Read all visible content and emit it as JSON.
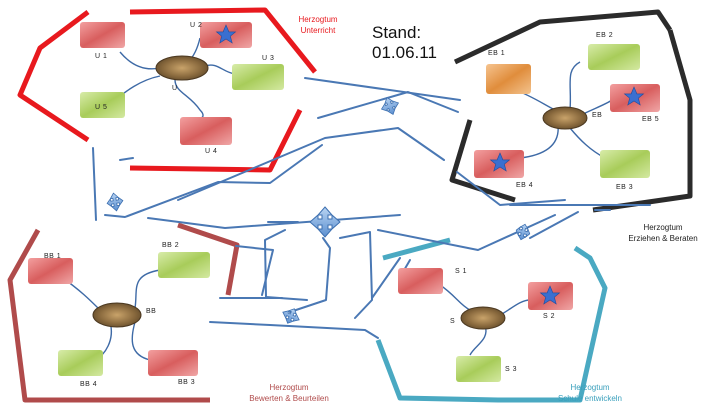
{
  "stand": {
    "label": "Stand:",
    "date": "01.06.11"
  },
  "colors": {
    "unterricht": "#e8191e",
    "erziehen": "#2b2b2b",
    "bewerten": "#b04b4b",
    "schule": "#4aa9c2",
    "road": "#4a78b4",
    "tile_red": "#e07272",
    "tile_green": "#b6d76a",
    "tile_orange": "#eba45a",
    "nest": "#8b6a3e",
    "star": "#3a6fd0"
  },
  "regions": {
    "unterricht": {
      "title_line1": "Herzogtum",
      "title_line2": "Unterricht",
      "labels": {
        "u1": "U 1",
        "u2": "U 2",
        "u3": "U 3",
        "u": "U",
        "u5": "U 5",
        "u4": "U 4"
      }
    },
    "erziehen": {
      "title_line1": "Herzogtum",
      "title_line2": "Erziehen & Beraten",
      "labels": {
        "eb1": "EB 1",
        "eb2": "EB 2",
        "eb": "EB",
        "eb5": "EB 5",
        "eb4": "EB 4",
        "eb3": "EB 3"
      }
    },
    "bewerten": {
      "title_line1": "Herzogtum",
      "title_line2": "Bewerten & Beurteilen",
      "labels": {
        "bb1": "BB 1",
        "bb2": "BB 2",
        "bb": "BB",
        "bb4": "BB 4",
        "bb3": "BB 3"
      }
    },
    "schule": {
      "title_line1": "Herzogtum",
      "title_line2": "Schule entwickeln",
      "labels": {
        "s1": "S 1",
        "s": "S",
        "s2": "S 2",
        "s3": "S 3"
      }
    }
  }
}
